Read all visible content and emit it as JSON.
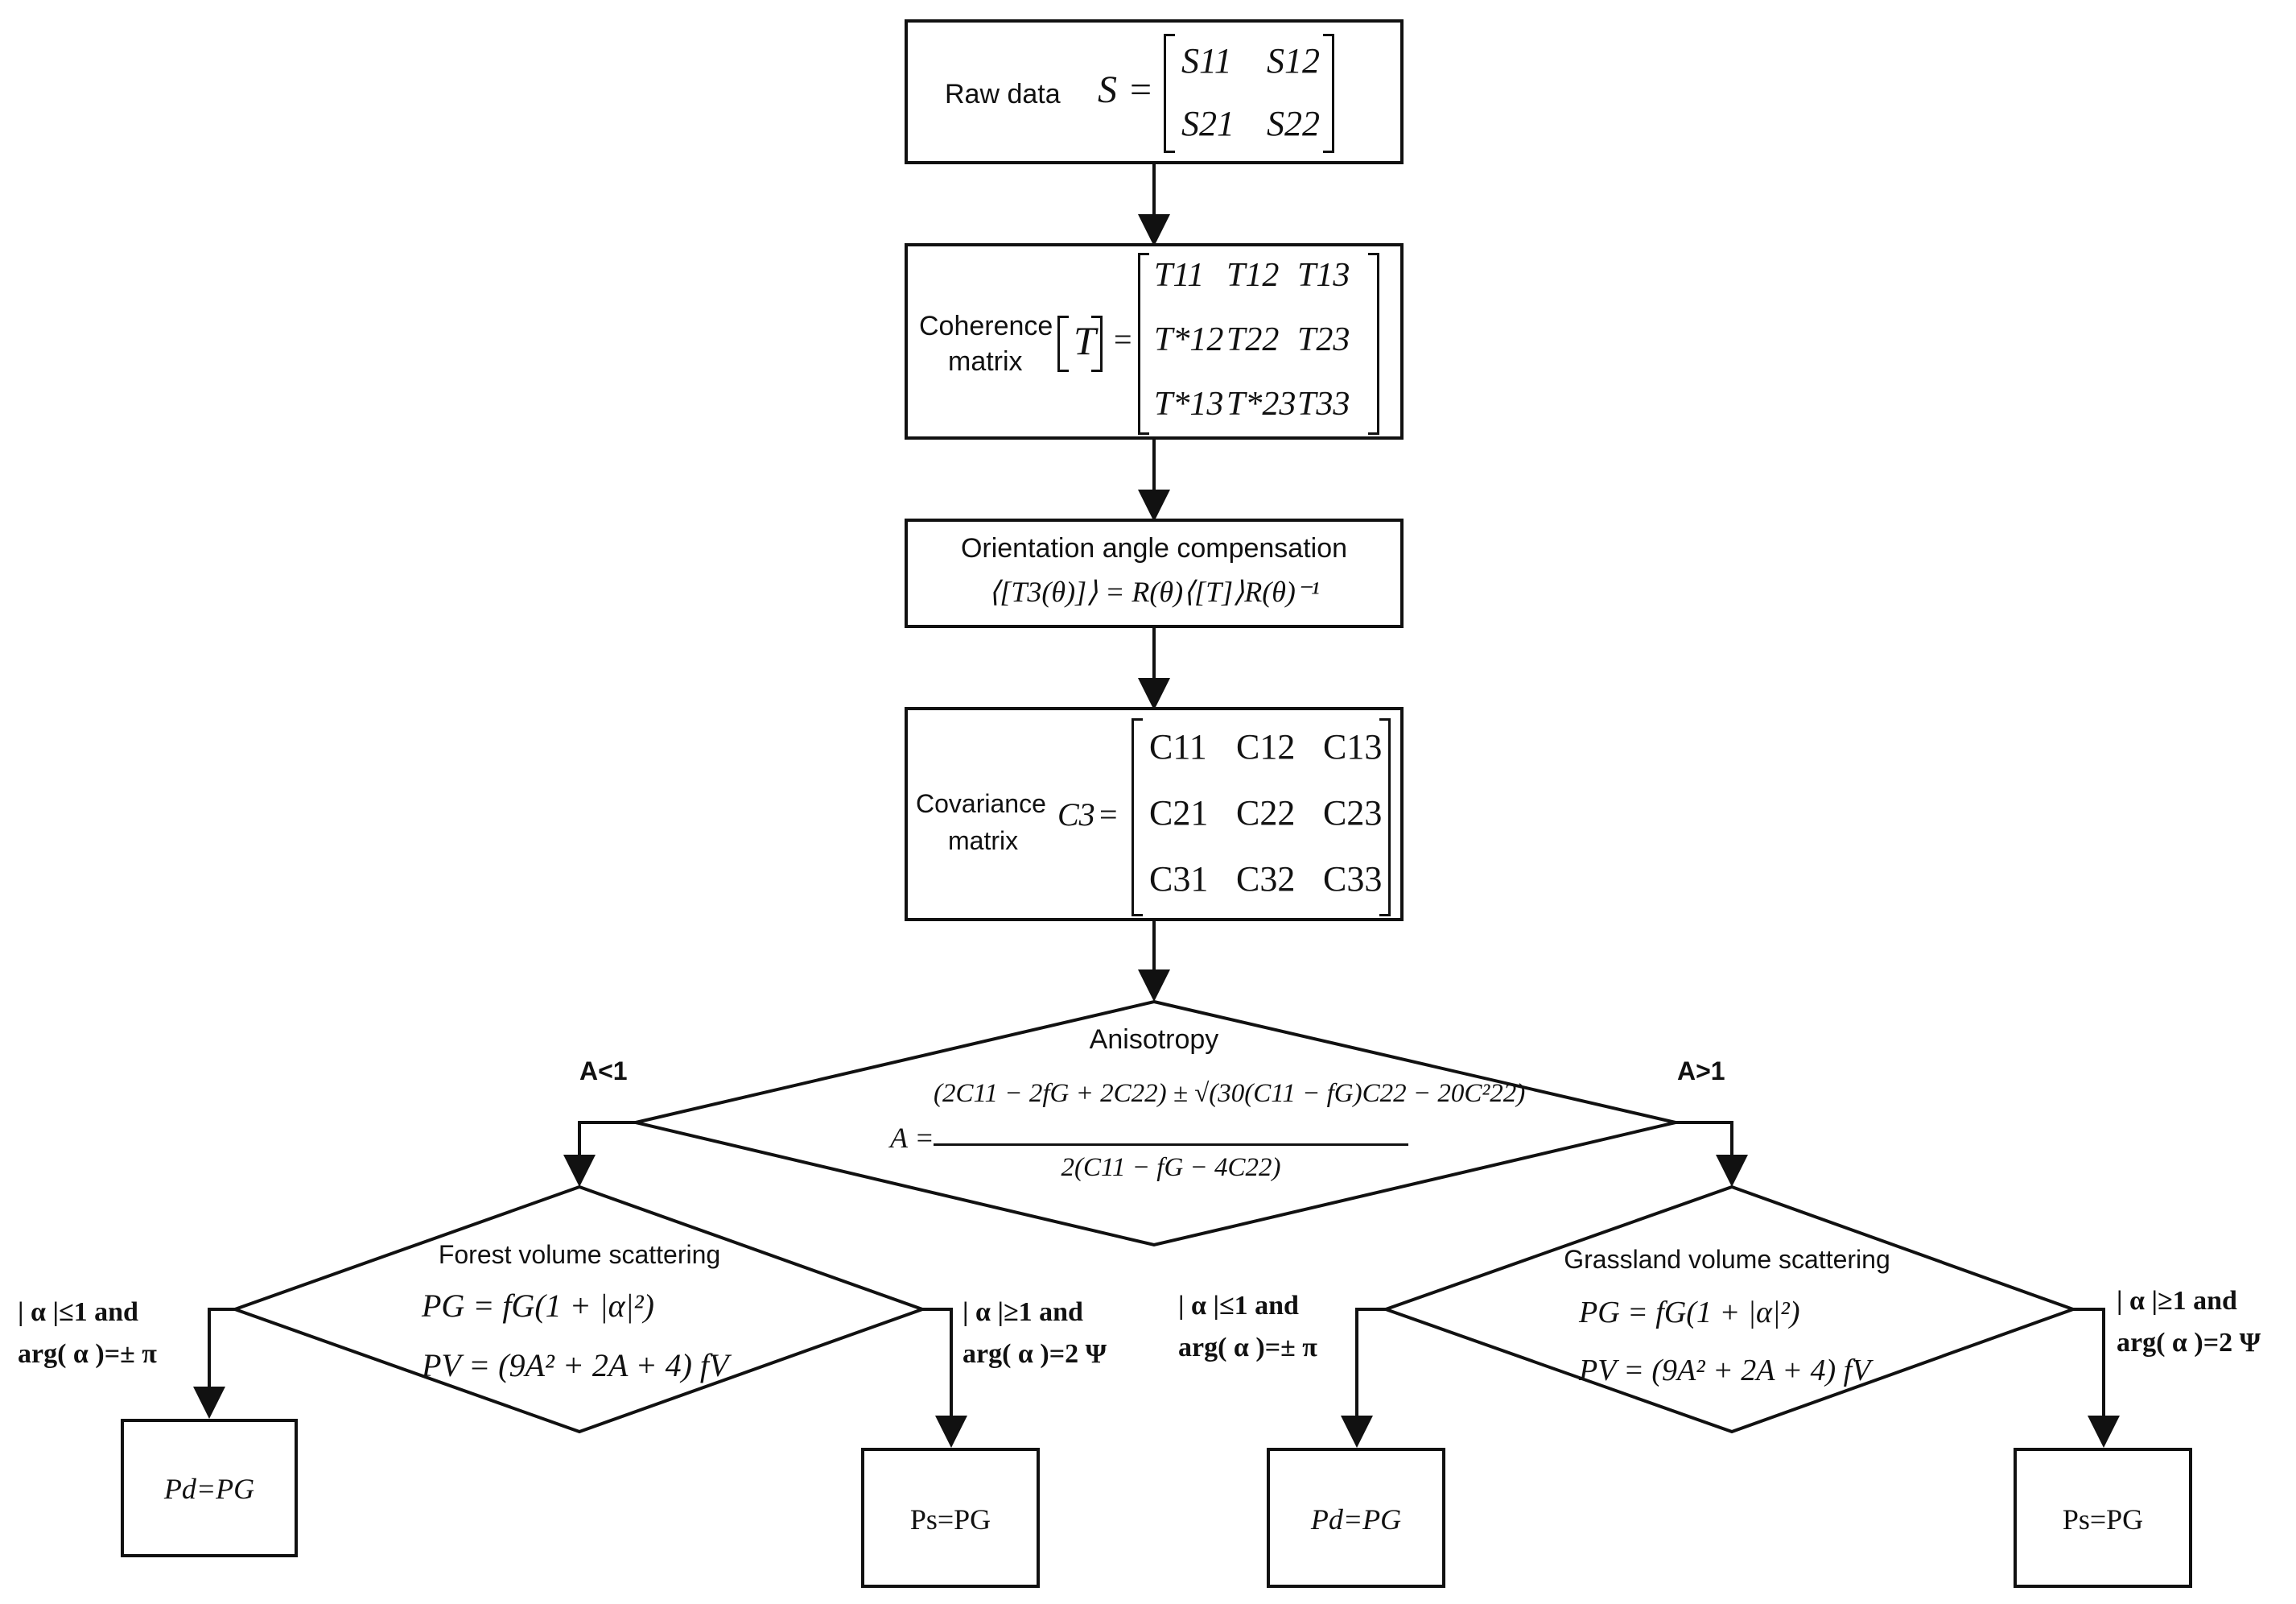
{
  "nodes": {
    "raw": {
      "label": "Raw data",
      "matrix": {
        "symbol": "S",
        "cells": [
          [
            "S11",
            "S12"
          ],
          [
            "S21",
            "S22"
          ]
        ]
      }
    },
    "coherence": {
      "label_line1": "Coherence",
      "label_line2": "matrix",
      "symbol": "T",
      "cells": [
        [
          "T11",
          "T12",
          "T13"
        ],
        [
          "T*12",
          "T22",
          "T23"
        ],
        [
          "T*13",
          "T*23",
          "T33"
        ]
      ]
    },
    "orientation": {
      "title": "Orientation angle compensation",
      "formula": "⟨[T3(θ)]⟩ = R(θ)⟨[T]⟩R(θ)⁻¹"
    },
    "covariance": {
      "label_line1": "Covariance",
      "label_line2": "matrix",
      "symbol": "C3",
      "cells": [
        [
          "C11",
          "C12",
          "C13"
        ],
        [
          "C21",
          "C22",
          "C23"
        ],
        [
          "C31",
          "C32",
          "C33"
        ]
      ]
    },
    "anisotropy": {
      "title": "Anisotropy",
      "lhs": "A =",
      "numerator": "(2C11 − 2fG + 2C22) ± √(30(C11 − fG)C22 − 20C²22)",
      "denominator": "2(C11 − fG − 4C22)"
    },
    "forest": {
      "title": "Forest volume scattering",
      "eq1": "PG = fG(1 + |α|²)",
      "eq2": "PV = (9A² + 2A + 4) fV"
    },
    "grassland": {
      "title": "Grassland volume scattering",
      "eq1": "PG = fG(1 + |α|²)",
      "eq2": "PV = (9A² + 2A + 4) fV"
    },
    "leaf1": {
      "text": "Pd=PG"
    },
    "leaf2": {
      "text": "Ps=PG"
    },
    "leaf3": {
      "text": "Pd=PG"
    },
    "leaf4": {
      "text": "Ps=PG"
    }
  },
  "branches": {
    "a_lt_1": "A<1",
    "a_gt_1": "A>1",
    "forest_left_1": "| α |≤1 and",
    "forest_left_2": "arg( α )=± π",
    "forest_right_1": "| α |≥1 and",
    "forest_right_2": "arg( α )=2 Ψ",
    "grass_left_1": "| α |≤1 and",
    "grass_left_2": "arg( α )=± π",
    "grass_right_1": "| α |≥1 and",
    "grass_right_2": "arg( α )=2 Ψ"
  }
}
